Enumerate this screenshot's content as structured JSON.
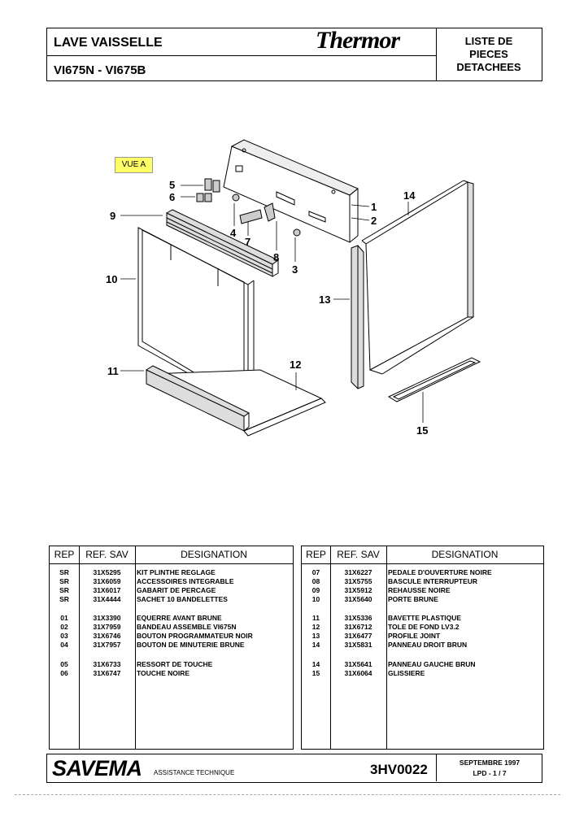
{
  "header": {
    "product": "LAVE VAISSELLE",
    "models": "VI675N - VI675B",
    "brand": "Thermor",
    "doc_type_1": "LISTE DE",
    "doc_type_2": "PIECES",
    "doc_type_3": "DETACHEES"
  },
  "view_label": "VUE A",
  "callouts": [
    "1",
    "2",
    "3",
    "4",
    "5",
    "6",
    "7",
    "8",
    "9",
    "10",
    "11",
    "12",
    "13",
    "14",
    "15"
  ],
  "table_headers": {
    "rep": "REP",
    "ref": "REF. SAV",
    "designation": "DESIGNATION"
  },
  "left_rows": [
    {
      "rep": "SR",
      "ref": "31X5295",
      "des": "KIT PLINTHE REGLAGE"
    },
    {
      "rep": "SR",
      "ref": "31X6059",
      "des": "ACCESSOIRES INTEGRABLE"
    },
    {
      "rep": "SR",
      "ref": "31X6017",
      "des": "GABARIT DE PERCAGE"
    },
    {
      "rep": "SR",
      "ref": "31X4444",
      "des": "SACHET 10 BANDELETTES"
    },
    {
      "rep": "01",
      "ref": "31X3390",
      "des": "EQUERRE AVANT BRUNE"
    },
    {
      "rep": "02",
      "ref": "31X7959",
      "des": "BANDEAU ASSEMBLE VI675N"
    },
    {
      "rep": "03",
      "ref": "31X6746",
      "des": "BOUTON PROGRAMMATEUR NOIR"
    },
    {
      "rep": "04",
      "ref": "31X7957",
      "des": "BOUTON DE MINUTERIE BRUNE"
    },
    {
      "rep": "05",
      "ref": "31X6733",
      "des": "RESSORT DE TOUCHE"
    },
    {
      "rep": "06",
      "ref": "31X6747",
      "des": "TOUCHE NOIRE"
    }
  ],
  "right_rows": [
    {
      "rep": "07",
      "ref": "31X6227",
      "des": "PEDALE D'OUVERTURE NOIRE"
    },
    {
      "rep": "08",
      "ref": "31X5755",
      "des": "BASCULE INTERRUPTEUR"
    },
    {
      "rep": "09",
      "ref": "31X5912",
      "des": "REHAUSSE NOIRE"
    },
    {
      "rep": "10",
      "ref": "31X5640",
      "des": "PORTE BRUNE"
    },
    {
      "rep": "11",
      "ref": "31X5336",
      "des": "BAVETTE PLASTIQUE"
    },
    {
      "rep": "12",
      "ref": "31X6712",
      "des": "TOLE DE FOND LV3.2"
    },
    {
      "rep": "13",
      "ref": "31X6477",
      "des": "PROFILE JOINT"
    },
    {
      "rep": "14",
      "ref": "31X5831",
      "des": "PANNEAU DROIT BRUN"
    },
    {
      "rep": "14",
      "ref": "31X5641",
      "des": "PANNEAU GAUCHE BRUN"
    },
    {
      "rep": "15",
      "ref": "31X6064",
      "des": "GLISSIERE"
    }
  ],
  "footer": {
    "company": "SAVEMA",
    "service": "ASSISTANCE TECHNIQUE",
    "doc_code": "3HV0022",
    "date": "SEPTEMBRE 1997",
    "page": "LPD -   1 / 7"
  }
}
